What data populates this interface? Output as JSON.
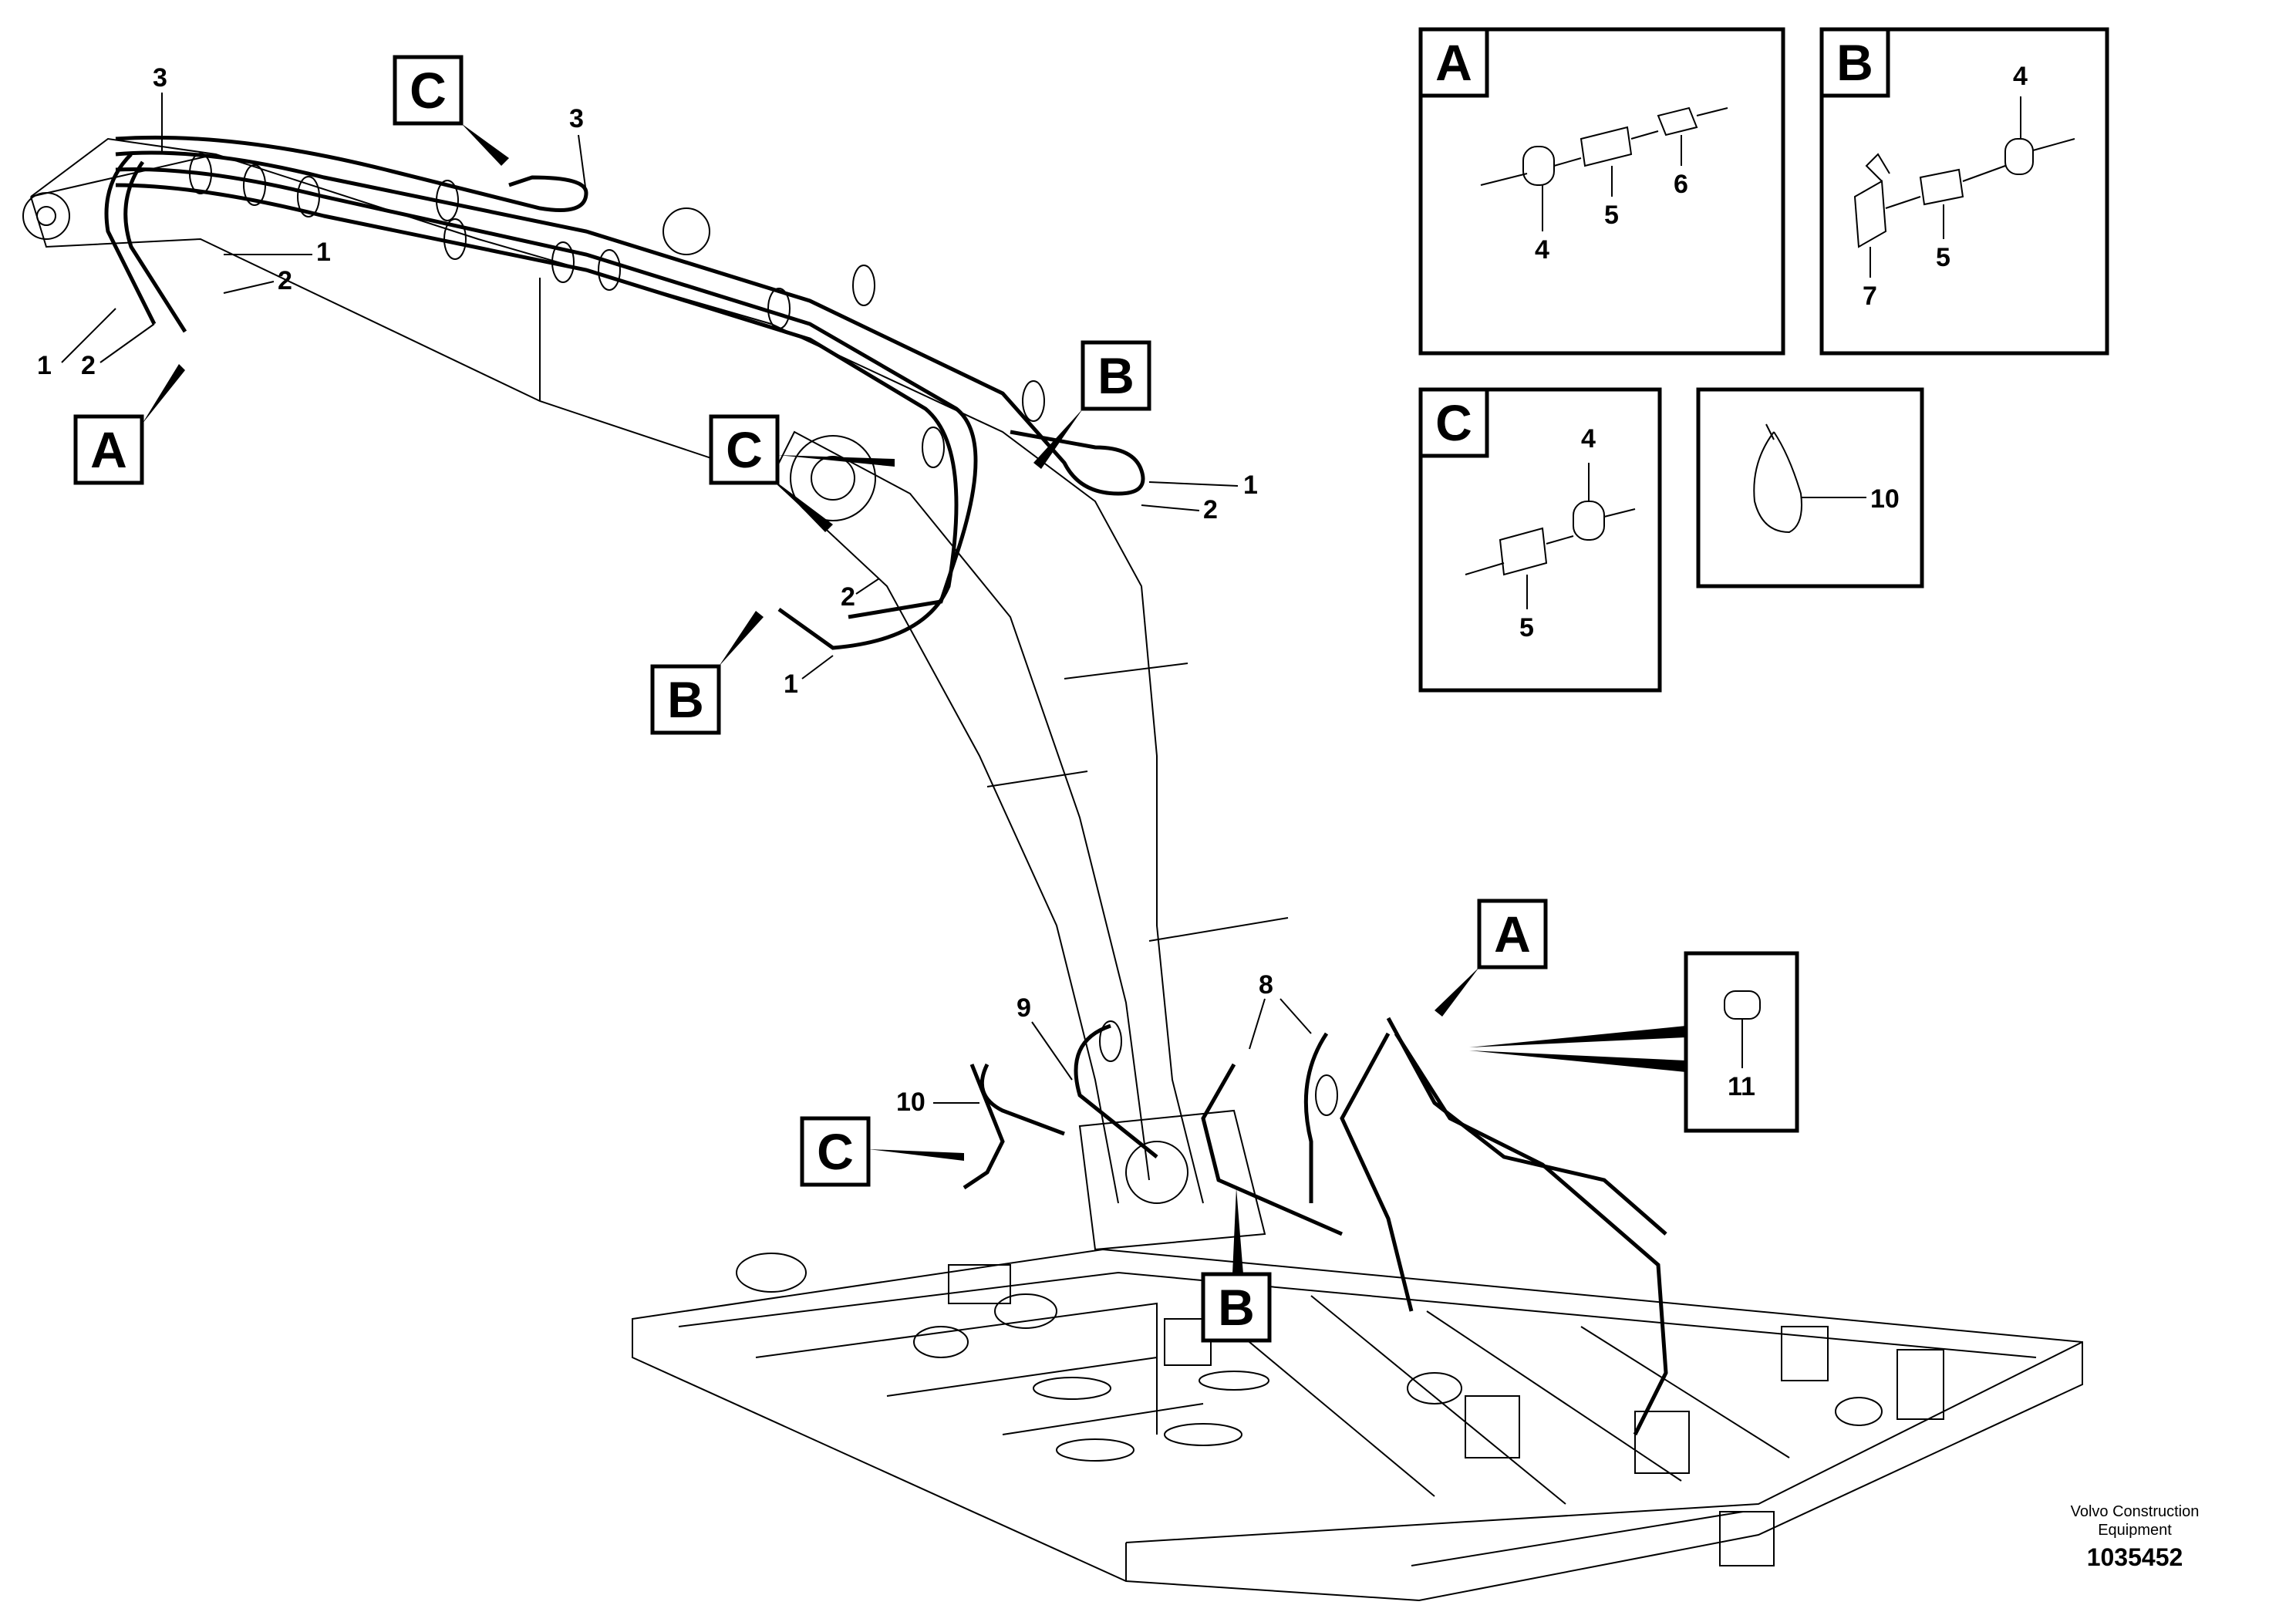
{
  "callouts": {
    "c1": "1",
    "c2": "2",
    "c3": "3",
    "c4": "4",
    "c5": "5",
    "c6": "6",
    "c7": "7",
    "c8": "8",
    "c9": "9",
    "c10": "10",
    "c11": "11"
  },
  "views": {
    "a": "A",
    "b": "B",
    "c": "C"
  },
  "footer": {
    "company_line1": "Volvo Construction",
    "company_line2": "Equipment",
    "part_number": "1035452"
  }
}
